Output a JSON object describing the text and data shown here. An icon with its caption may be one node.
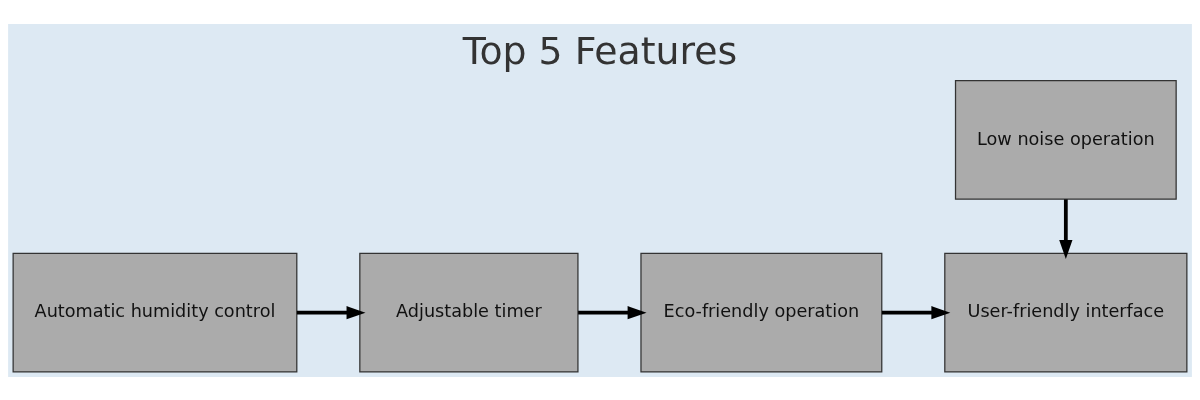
{
  "diagram": {
    "title": "Top 5 Features",
    "nodes": [
      {
        "text": [
          "Automatic humidity control"
        ]
      },
      {
        "text": [
          "Adjustable timer"
        ]
      },
      {
        "text": [
          "Eco-friendly operation"
        ]
      },
      {
        "text": [
          "User-friendly interface"
        ]
      },
      {
        "text": [
          "Low noise operation"
        ]
      }
    ],
    "edges": [
      {
        "from": 0,
        "to": 1,
        "arrow": "to"
      },
      {
        "from": 1,
        "to": 2,
        "arrow": "to"
      },
      {
        "from": 2,
        "to": 3,
        "arrow": "to"
      },
      {
        "from": 4,
        "to": 3,
        "arrow": "to"
      }
    ]
  }
}
